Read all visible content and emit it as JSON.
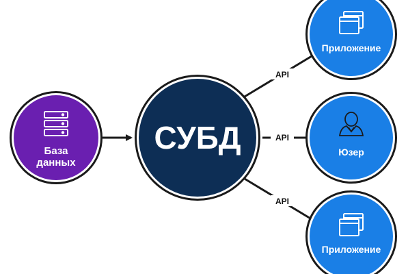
{
  "colors": {
    "database_fill": "#6a1fb0",
    "dbms_fill": "#0d2e55",
    "client_fill": "#1a7fe6",
    "ring_outer": "#1a1a1a",
    "ring_inner": "#ffffff",
    "connector": "#1a1a1a",
    "text_dark": "#111111",
    "text_light": "#ffffff"
  },
  "database": {
    "label_line1": "База",
    "label_line2": "данных",
    "icon": "server-icon"
  },
  "dbms": {
    "label": "СУБД"
  },
  "connections": [
    {
      "api_label": "API"
    },
    {
      "api_label": "API"
    },
    {
      "api_label": "API"
    }
  ],
  "clients": [
    {
      "label": "Приложение",
      "icon": "application-window-icon"
    },
    {
      "label": "Юзер",
      "icon": "user-icon"
    },
    {
      "label": "Приложение",
      "icon": "application-window-icon"
    }
  ]
}
